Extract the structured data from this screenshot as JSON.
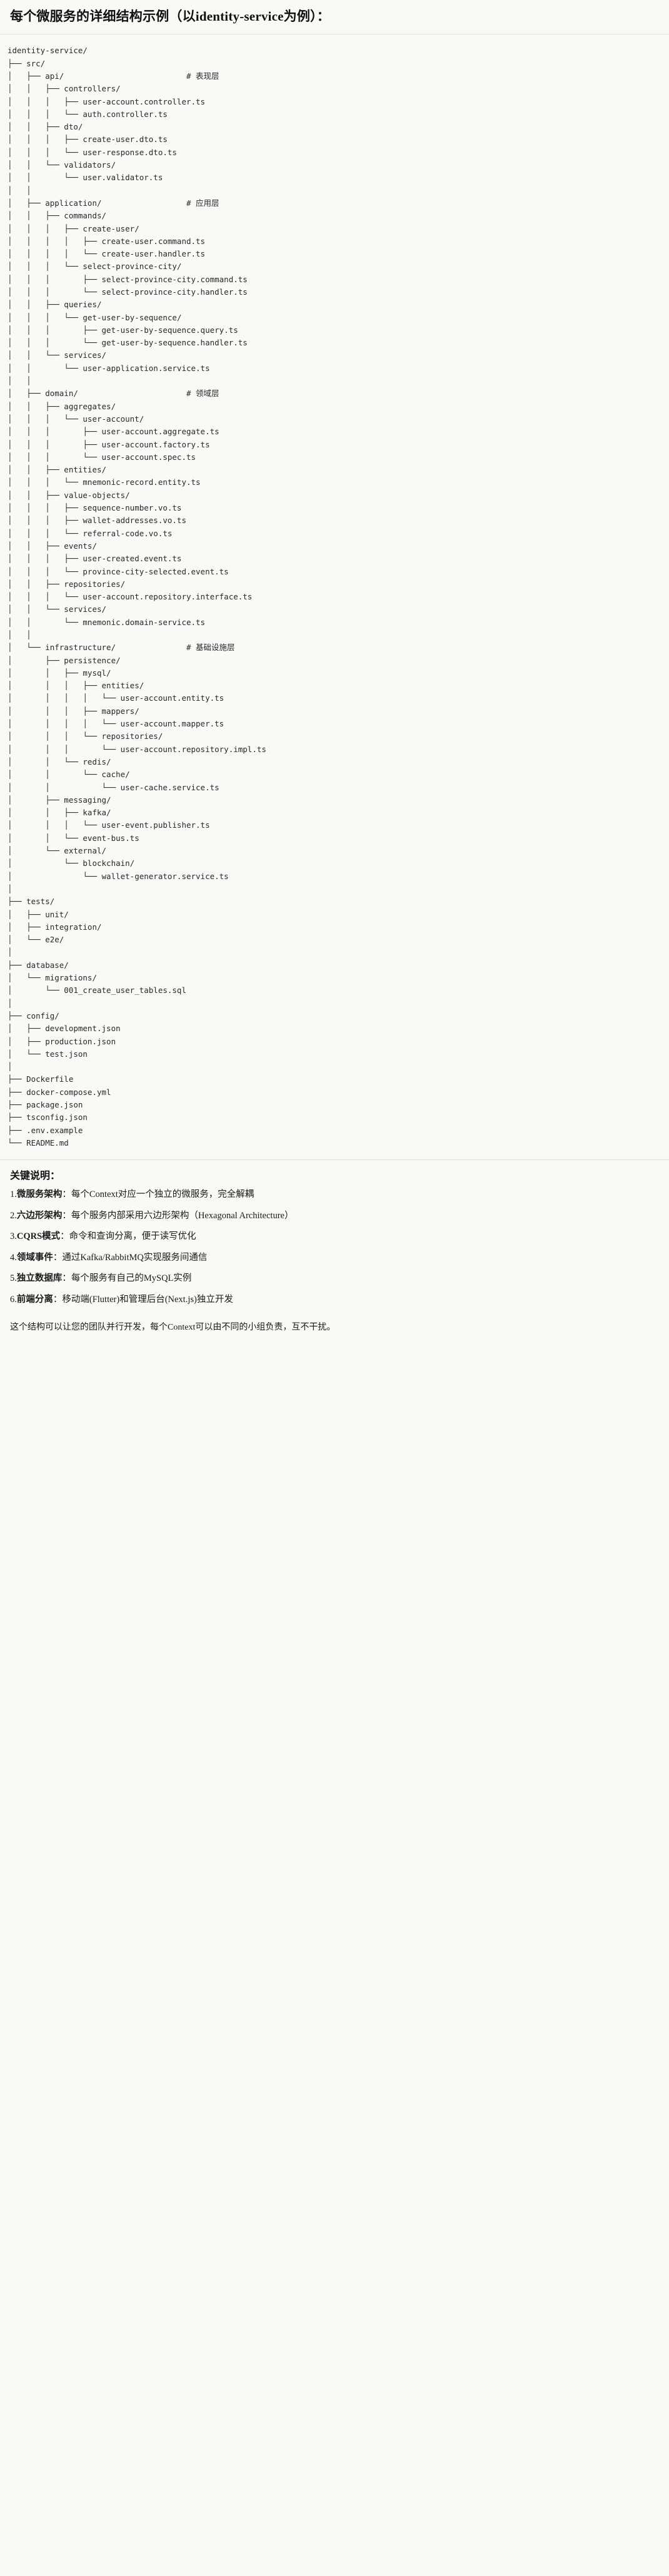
{
  "heading": "每个微服务的详细结构示例（以identity-service为例）：",
  "tree": {
    "lines": [
      "identity-service/",
      "├── src/",
      "│   ├── api/                          # 表现层",
      "│   │   ├── controllers/",
      "│   │   │   ├── user-account.controller.ts",
      "│   │   │   └── auth.controller.ts",
      "│   │   ├── dto/",
      "│   │   │   ├── create-user.dto.ts",
      "│   │   │   └── user-response.dto.ts",
      "│   │   └── validators/",
      "│   │       └── user.validator.ts",
      "│   │",
      "│   ├── application/                  # 应用层",
      "│   │   ├── commands/",
      "│   │   │   ├── create-user/",
      "│   │   │   │   ├── create-user.command.ts",
      "│   │   │   │   └── create-user.handler.ts",
      "│   │   │   └── select-province-city/",
      "│   │   │       ├── select-province-city.command.ts",
      "│   │   │       └── select-province-city.handler.ts",
      "│   │   ├── queries/",
      "│   │   │   └── get-user-by-sequence/",
      "│   │   │       ├── get-user-by-sequence.query.ts",
      "│   │   │       └── get-user-by-sequence.handler.ts",
      "│   │   └── services/",
      "│   │       └── user-application.service.ts",
      "│   │",
      "│   ├── domain/                       # 领域层",
      "│   │   ├── aggregates/",
      "│   │   │   └── user-account/",
      "│   │   │       ├── user-account.aggregate.ts",
      "│   │   │       ├── user-account.factory.ts",
      "│   │   │       └── user-account.spec.ts",
      "│   │   ├── entities/",
      "│   │   │   └── mnemonic-record.entity.ts",
      "│   │   ├── value-objects/",
      "│   │   │   ├── sequence-number.vo.ts",
      "│   │   │   ├── wallet-addresses.vo.ts",
      "│   │   │   └── referral-code.vo.ts",
      "│   │   ├── events/",
      "│   │   │   ├── user-created.event.ts",
      "│   │   │   └── province-city-selected.event.ts",
      "│   │   ├── repositories/",
      "│   │   │   └── user-account.repository.interface.ts",
      "│   │   └── services/",
      "│   │       └── mnemonic.domain-service.ts",
      "│   │",
      "│   └── infrastructure/               # 基础设施层",
      "│       ├── persistence/",
      "│       │   ├── mysql/",
      "│       │   │   ├── entities/",
      "│       │   │   │   └── user-account.entity.ts",
      "│       │   │   ├── mappers/",
      "│       │   │   │   └── user-account.mapper.ts",
      "│       │   │   └── repositories/",
      "│       │   │       └── user-account.repository.impl.ts",
      "│       │   └── redis/",
      "│       │       └── cache/",
      "│       │           └── user-cache.service.ts",
      "│       ├── messaging/",
      "│       │   ├── kafka/",
      "│       │   │   └── user-event.publisher.ts",
      "│       │   └── event-bus.ts",
      "│       └── external/",
      "│           └── blockchain/",
      "│               └── wallet-generator.service.ts",
      "│",
      "├── tests/",
      "│   ├── unit/",
      "│   ├── integration/",
      "│   └── e2e/",
      "│",
      "├── database/",
      "│   └── migrations/",
      "│       └── 001_create_user_tables.sql",
      "│",
      "├── config/",
      "│   ├── development.json",
      "│   ├── production.json",
      "│   └── test.json",
      "│",
      "├── Dockerfile",
      "├── docker-compose.yml",
      "├── package.json",
      "├── tsconfig.json",
      "├── .env.example",
      "└── README.md"
    ]
  },
  "keypoints": {
    "title": "关键说明：",
    "items": [
      {
        "num": "1.",
        "term": "微服务架构",
        "sep": "：",
        "desc": "每个Context对应一个独立的微服务，完全解耦"
      },
      {
        "num": "2.",
        "term": "六边形架构",
        "sep": "：",
        "desc": "每个服务内部采用六边形架构（Hexagonal Architecture）"
      },
      {
        "num": "3.",
        "term": "CQRS模式",
        "sep": "：",
        "desc": "命令和查询分离，便于读写优化"
      },
      {
        "num": "4.",
        "term": "领域事件",
        "sep": "：",
        "desc": "通过Kafka/RabbitMQ实现服务间通信"
      },
      {
        "num": "5.",
        "term": "独立数据库",
        "sep": "：",
        "desc": "每个服务有自己的MySQL实例"
      },
      {
        "num": "6.",
        "term": "前端分离",
        "sep": "：",
        "desc": "移动端(Flutter)和管理后台(Next.js)独立开发"
      }
    ]
  },
  "closing": "这个结构可以让您的团队并行开发，每个Context可以由不同的小组负责，互不干扰。"
}
